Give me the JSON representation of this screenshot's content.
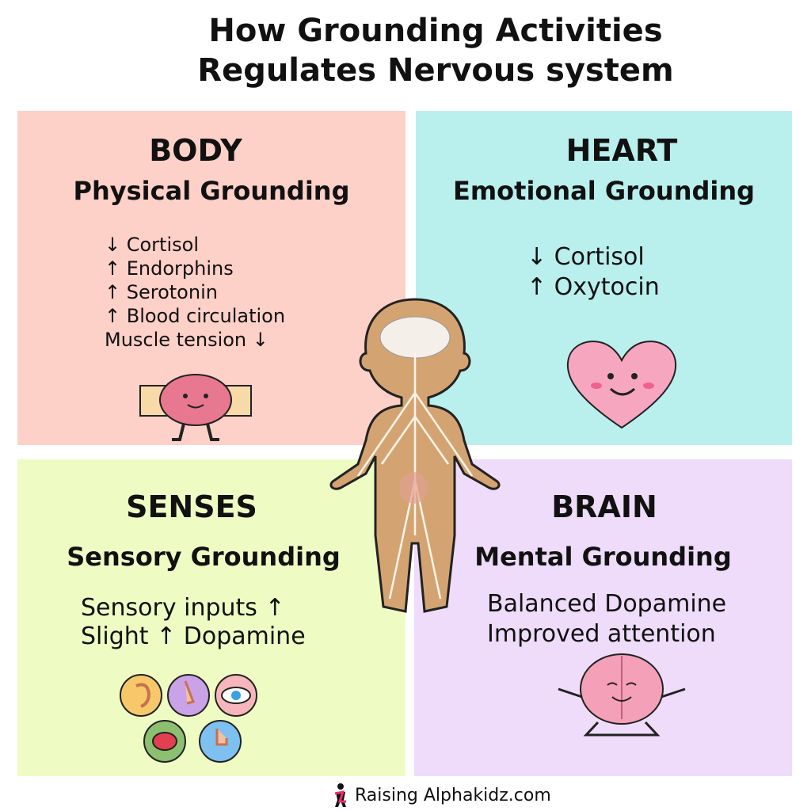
{
  "title": [
    "How Grounding Activities",
    "Regulates Nervous system"
  ],
  "quadrants": {
    "body": {
      "heading": "BODY",
      "subheading": "Physical Grounding",
      "items": [
        "↓ Cortisol",
        "↑ Endorphins",
        "↑ Serotonin",
        "↑ Blood circulation",
        "Muscle tension ↓"
      ],
      "color": "#fdd0c8"
    },
    "heart": {
      "heading": "HEART",
      "subheading": "Emotional Grounding",
      "items": [
        "↓ Cortisol",
        "↑ Oxytocin"
      ],
      "color": "#b9f0ee"
    },
    "senses": {
      "heading": "SENSES",
      "subheading": "Sensory Grounding",
      "items": [
        "Sensory inputs ↑",
        "Slight ↑ Dopamine"
      ],
      "color": "#eefcc4"
    },
    "brain": {
      "heading": "BRAIN",
      "subheading": "Mental Grounding",
      "items": [
        "Balanced Dopamine",
        "Improved attention"
      ],
      "color": "#eedcfa"
    }
  },
  "footer": {
    "brand": "Raising Alphakidz.com"
  }
}
